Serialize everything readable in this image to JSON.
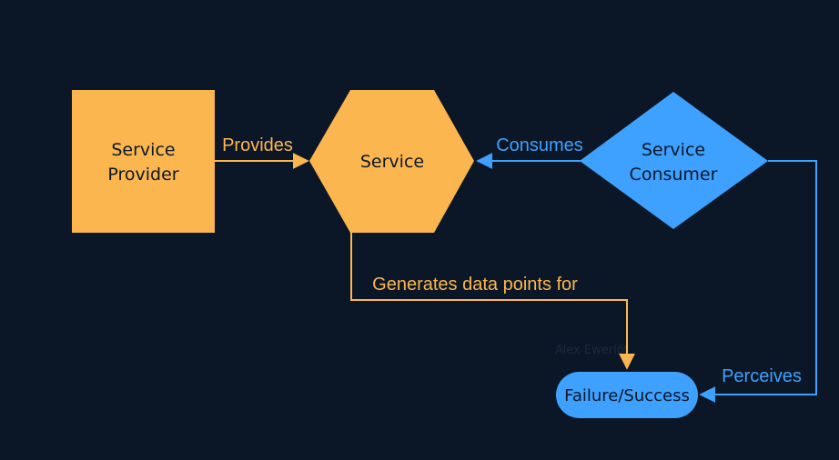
{
  "colors": {
    "background": "#0b1727",
    "orange": "#fcb64f",
    "blue": "#3ea1ff",
    "dark_text": "#0b1727",
    "watermark": "#1c2a3d"
  },
  "nodes": {
    "provider": {
      "line1": "Service",
      "line2": "Provider"
    },
    "service": {
      "label": "Service"
    },
    "consumer": {
      "line1": "Service",
      "line2": "Consumer"
    },
    "outcome": {
      "label": "Failure/Success"
    }
  },
  "edges": {
    "provides": "Provides",
    "consumes": "Consumes",
    "generates": "Generates data points for",
    "perceives": "Perceives"
  },
  "watermark": {
    "author": "Alex Ewerlöf"
  }
}
